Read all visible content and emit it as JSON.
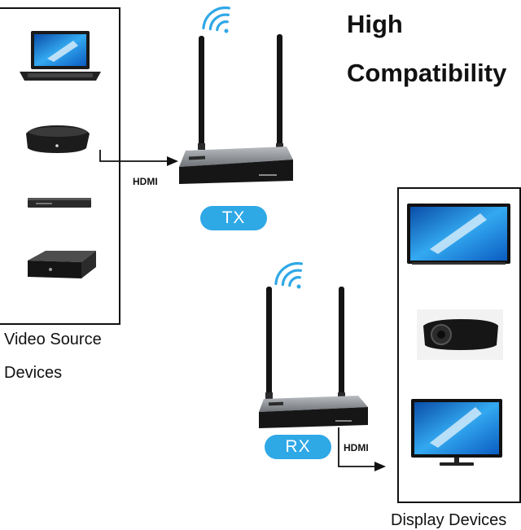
{
  "title": {
    "line1": "High",
    "line2": "Compatibility"
  },
  "source_caption": {
    "line1": "Video Source",
    "line2": "Devices"
  },
  "display_caption": "Display Devices",
  "tx_label": "TX",
  "rx_label": "RX",
  "hdmi_in_label": "HDMI",
  "hdmi_out_label": "HDMI",
  "colors": {
    "accent": "#2fa8e6",
    "line": "#111111"
  },
  "source_devices": [
    "laptop-icon",
    "media-player-icon",
    "dvd-player-icon",
    "set-top-box-icon"
  ],
  "display_devices": [
    "tv-icon",
    "projector-icon",
    "monitor-icon"
  ]
}
